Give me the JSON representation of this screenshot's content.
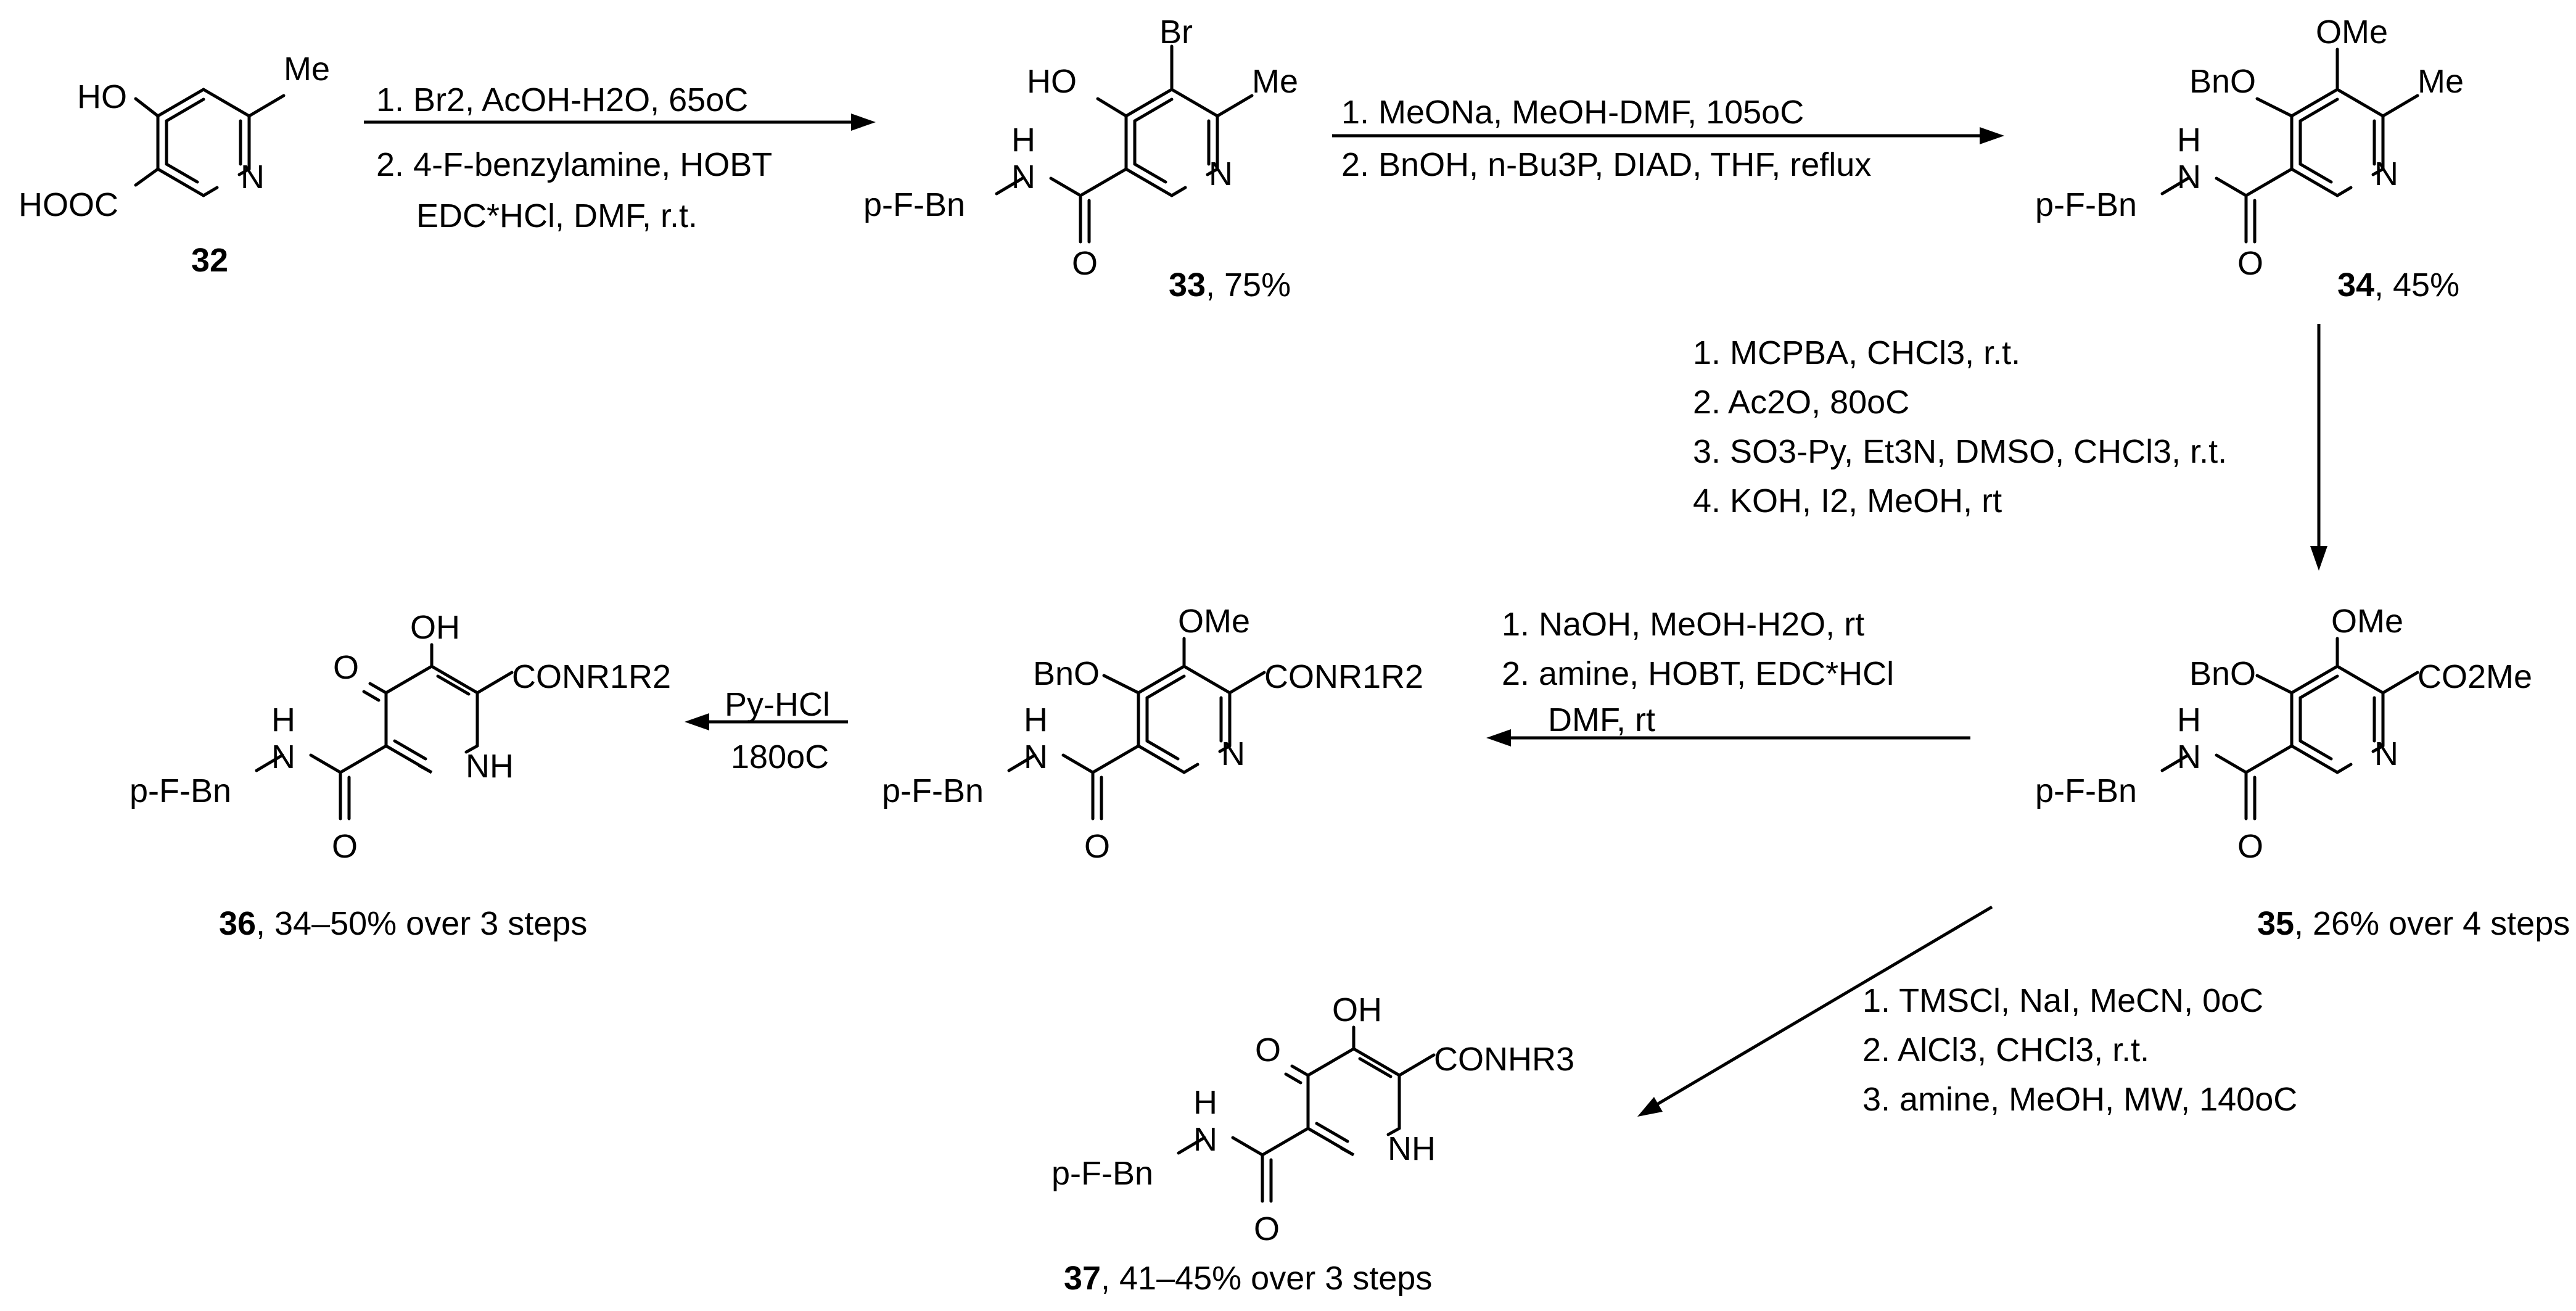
{
  "compounds": {
    "c32": {
      "id": "32",
      "atoms": {
        "oh": "HO",
        "me": "Me",
        "cooh": "HOOC",
        "n": "N"
      }
    },
    "c33": {
      "id": "33",
      "yield": ", 75%",
      "atoms": {
        "br": "Br",
        "oh": "HO",
        "me": "Me",
        "n": "N",
        "nh_h": "H",
        "nh_n": "N",
        "sub": "p-F-Bn",
        "o": "O"
      }
    },
    "c34": {
      "id": "34",
      "yield": ", 45%",
      "atoms": {
        "ome": "OMe",
        "bno": "BnO",
        "me": "Me",
        "n": "N",
        "nh_h": "H",
        "nh_n": "N",
        "sub": "p-F-Bn",
        "o": "O"
      }
    },
    "c35": {
      "id": "35",
      "yield": ", 26% over 4 steps",
      "atoms": {
        "ome": "OMe",
        "bno": "BnO",
        "co2me": "CO2Me",
        "n": "N",
        "nh_h": "H",
        "nh_n": "N",
        "sub": "p-F-Bn",
        "o": "O"
      }
    },
    "amide": {
      "atoms": {
        "ome": "OMe",
        "bno": "BnO",
        "conr": "CONR1R2",
        "n": "N",
        "nh_h": "H",
        "nh_n": "N",
        "sub": "p-F-Bn",
        "o": "O"
      }
    },
    "c36": {
      "id": "36",
      "yield": ", 34–50% over 3 steps",
      "atoms": {
        "oh": "OH",
        "o4": "O",
        "conr": "CONR1R2",
        "ring_nh": "NH",
        "nh_h": "H",
        "nh_n": "N",
        "sub": "p-F-Bn",
        "o": "O"
      }
    },
    "c37": {
      "id": "37",
      "yield": ", 41–45% over 3 steps",
      "atoms": {
        "oh": "OH",
        "o4": "O",
        "conhr": "CONHR3",
        "ring_nh": "NH",
        "nh_h": "H",
        "nh_n": "N",
        "sub": "p-F-Bn",
        "o": "O"
      }
    }
  },
  "reactions": {
    "r1": [
      "1. Br2, AcOH-H2O, 65oC",
      "2. 4-F-benzylamine, HOBT",
      "EDC*HCl, DMF, r.t."
    ],
    "r2": [
      "1. MeONa, MeOH-DMF, 105oC",
      "2. BnOH, n-Bu3P, DIAD, THF, reflux"
    ],
    "r3": [
      "1. MCPBA, CHCl3, r.t.",
      "2. Ac2O, 80oC",
      "3. SO3-Py, Et3N, DMSO, CHCl3, r.t.",
      "4. KOH, I2, MeOH, rt"
    ],
    "r4": [
      "1. NaOH, MeOH-H2O, rt",
      "2. amine, HOBT, EDC*HCl",
      "DMF, rt"
    ],
    "r5": [
      "Py-HCl",
      "180oC"
    ],
    "r6": [
      "1. TMSCl, NaI, MeCN, 0oC",
      "2. AlCl3, CHCl3, r.t.",
      "3. amine, MeOH, MW, 140oC"
    ]
  }
}
